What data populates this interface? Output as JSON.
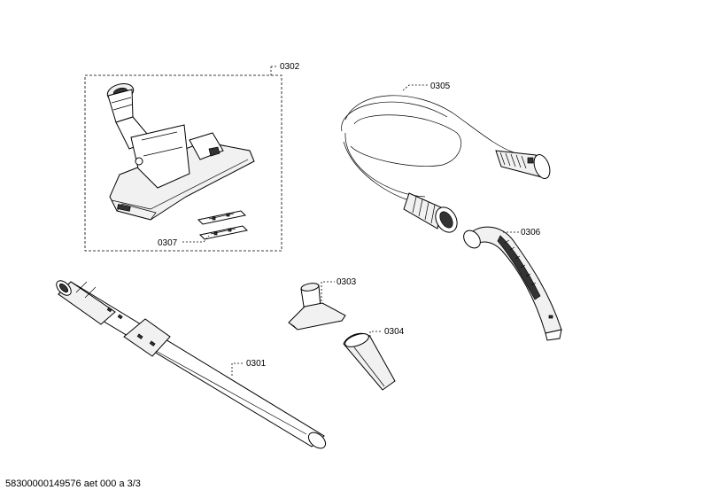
{
  "parts": [
    {
      "id": "floor-brush",
      "number": "0302"
    },
    {
      "id": "brush-strips",
      "number": "0307"
    },
    {
      "id": "hose",
      "number": "0305"
    },
    {
      "id": "hose-handle",
      "number": "0306"
    },
    {
      "id": "upholstery-nozzle",
      "number": "0303"
    },
    {
      "id": "crevice-nozzle",
      "number": "0304"
    },
    {
      "id": "telescopic-tube",
      "number": "0301"
    }
  ],
  "footer": {
    "document_code": "58300000149576 aet 000 a 3/3"
  }
}
